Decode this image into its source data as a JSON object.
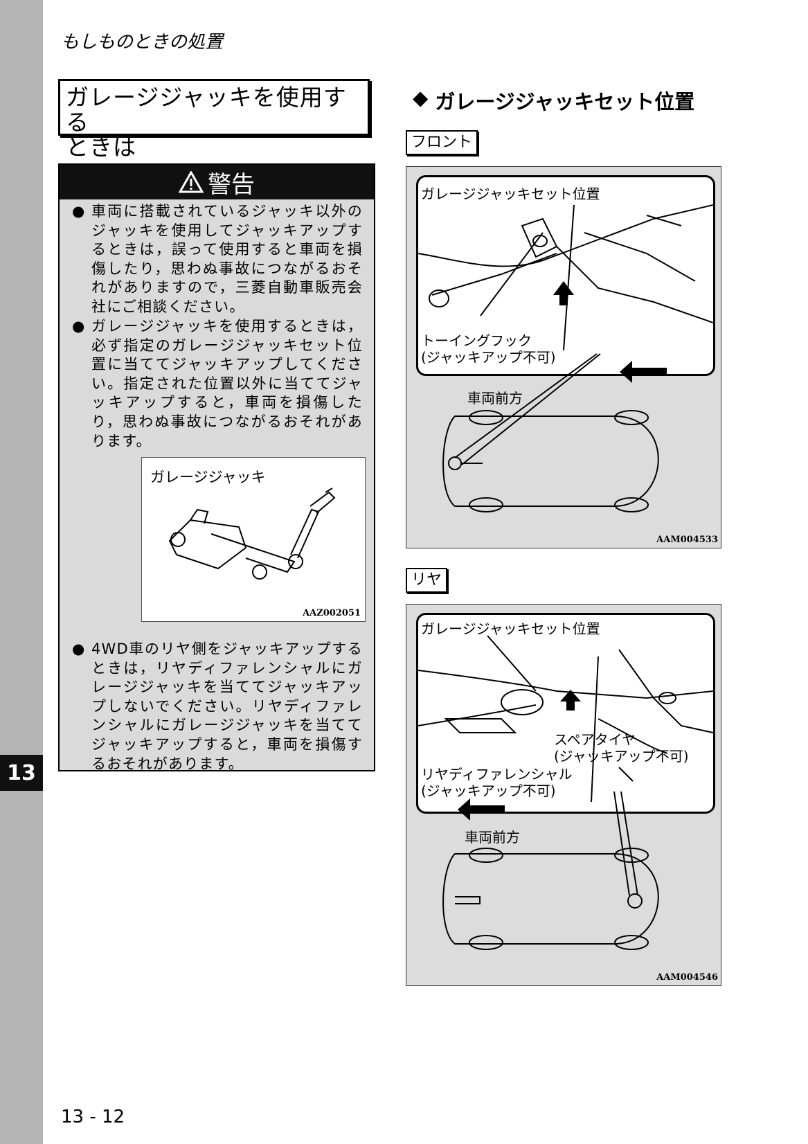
{
  "header": {
    "chapter_title": "もしものときの処置"
  },
  "chapter_tab": {
    "number": "13"
  },
  "section": {
    "title": "ガレージジャッキを使用する\nときは"
  },
  "warning": {
    "title": "警告",
    "items": [
      "車両に搭載されているジャッキ以外のジャッキを使用してジャッキアップするときは，誤って使用すると車両を損傷したり，思わぬ事故につながるおそれがありますので，三菱自動車販売会社にご相談ください。",
      "ガレージジャッキを使用するときは，必ず指定のガレージジャッキセット位置に当ててジャッキアップしてください。指定された位置以外に当ててジャッキアップすると，車両を損傷したり，思わぬ事故につながるおそれがあります。",
      "4WD車のリヤ側をジャッキアップするときは，リヤディファレンシャルにガレージジャッキを当ててジャッキアップしないでください。リヤディファレンシャルにガレージジャッキを当ててジャッキアップすると，車両を損傷するおそれがあります。"
    ],
    "bullet": "●",
    "jack_figure": {
      "label": "ガレージジャッキ",
      "code": "AAZ002051"
    }
  },
  "right_section": {
    "heading_marker": "◆",
    "heading": "ガレージジャッキセット位置",
    "front": {
      "tag": "フロント",
      "set_position_label": "ガレージジャッキセット位置",
      "towing_hook_label": "トーイングフック",
      "no_jack_note": "(ジャッキアップ不可)",
      "direction_label": "車両前方",
      "code": "AAM004533"
    },
    "rear": {
      "tag": "リヤ",
      "set_position_label": "ガレージジャッキセット位置",
      "spare_tire_label": "スペアタイヤ",
      "spare_tire_note": "(ジャッキアップ不可)",
      "diff_label": "リヤディファレンシャル",
      "diff_note": "(ジャッキアップ不可)",
      "direction_label": "車両前方",
      "code": "AAM004546"
    }
  },
  "footer": {
    "page_number": "13 - 12"
  }
}
